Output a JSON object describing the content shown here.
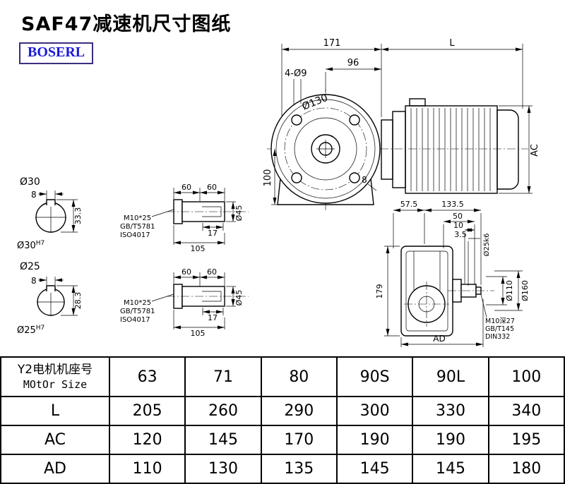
{
  "page": {
    "title": "SAF47减速机尺寸图纸",
    "brand": "BOSERL"
  },
  "colors": {
    "brand_text": "#1b1bd8",
    "brand_border": "#3a2e7e",
    "line": "#000000"
  },
  "front_view": {
    "dim_171": "171",
    "dim_L": "L",
    "dim_96": "96",
    "holes": "4-Ø9",
    "flange_dia": "Ø130",
    "dim_100": "100",
    "dim_AC": "AC",
    "dim_8": "8"
  },
  "sections": [
    {
      "dia": "Ø30",
      "key_w": "8",
      "height": "33.3",
      "bore": "Ø30",
      "tol": "H7"
    },
    {
      "dia": "Ø25",
      "key_w": "8",
      "height": "28.3",
      "bore": "Ø25",
      "tol": "H7"
    }
  ],
  "shaft_details": [
    {
      "d1": "60",
      "d2": "60",
      "key_len": "17",
      "total_len": "105",
      "dia": "Ø45",
      "screw": "M10*25",
      "std1": "GB/T5781",
      "std2": "ISO4017"
    },
    {
      "d1": "60",
      "d2": "60",
      "key_len": "17",
      "total_len": "105",
      "dia": "Ø45",
      "screw": "M10*25",
      "std1": "GB/T5781",
      "std2": "ISO4017"
    }
  ],
  "side_view": {
    "dim_57_5": "57.5",
    "dim_133_5": "133.5",
    "dim_50": "50",
    "dim_10": "10",
    "dim_3_5": "3.5",
    "shaft_dia": "Ø25k6",
    "dim_110": "Ø110",
    "dim_160": "Ø160",
    "dim_179": "179",
    "dim_AD": "AD",
    "tap": "M10深27",
    "tap_std1": "GB/T145",
    "tap_std2": "DIN332"
  },
  "table": {
    "header_cn": "Y2电机机座号",
    "header_en": "MOtOr Size",
    "sizes": [
      "63",
      "71",
      "80",
      "90S",
      "90L",
      "100"
    ],
    "rows": [
      {
        "label": "L",
        "values": [
          "205",
          "260",
          "290",
          "300",
          "330",
          "340"
        ]
      },
      {
        "label": "AC",
        "values": [
          "120",
          "145",
          "170",
          "190",
          "190",
          "195"
        ]
      },
      {
        "label": "AD",
        "values": [
          "110",
          "130",
          "135",
          "145",
          "145",
          "180"
        ]
      }
    ]
  }
}
